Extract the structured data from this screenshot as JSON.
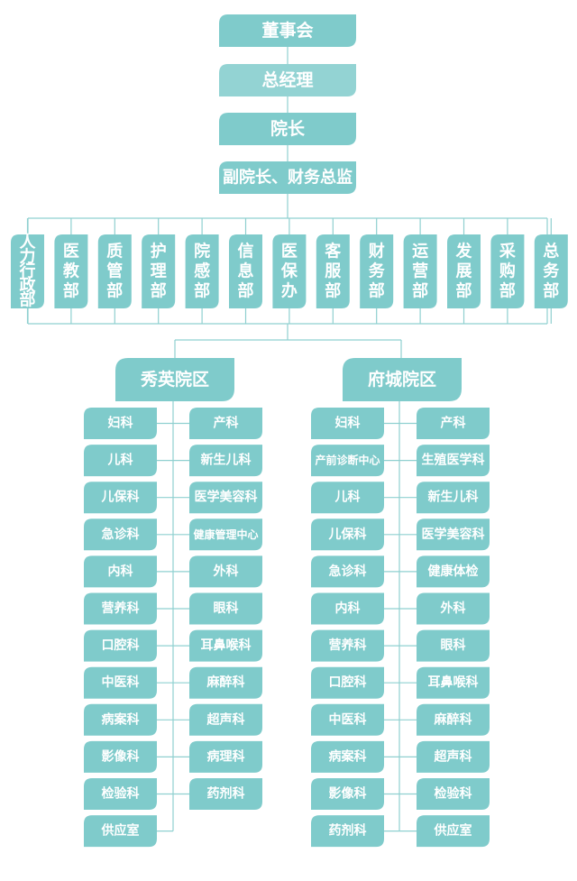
{
  "hierarchy": {
    "board": "董事会",
    "general_manager": "总经理",
    "president": "院长",
    "vice": "副院长、财务总监"
  },
  "departments": [
    "人力行政部",
    "医教部",
    "质管部",
    "护理部",
    "院感部",
    "信息部",
    "医保办",
    "客服部",
    "财务部",
    "运营部",
    "发展部",
    "采购部",
    "总务部"
  ],
  "campuses": [
    {
      "name": "秀英院区",
      "left": [
        "妇科",
        "儿科",
        "儿保科",
        "急诊科",
        "内科",
        "营养科",
        "口腔科",
        "中医科",
        "病案科",
        "影像科",
        "检验科",
        "供应室"
      ],
      "right": [
        "产科",
        "新生儿科",
        "医学美容科",
        "健康管理中心",
        "外科",
        "眼科",
        "耳鼻喉科",
        "麻醉科",
        "超声科",
        "病理科",
        "药剂科"
      ]
    },
    {
      "name": "府城院区",
      "left": [
        "妇科",
        "产前诊断中心",
        "儿科",
        "儿保科",
        "急诊科",
        "内科",
        "营养科",
        "口腔科",
        "中医科",
        "病案科",
        "影像科",
        "药剂科"
      ],
      "right": [
        "产科",
        "生殖医学科",
        "新生儿科",
        "医学美容科",
        "健康体检",
        "外科",
        "眼科",
        "耳鼻喉科",
        "麻醉科",
        "超声科",
        "检验科",
        "供应室"
      ]
    }
  ],
  "colors": {
    "box": "#7fcbcb",
    "box_light": "#93d3d3",
    "connector": "#8fd0d0",
    "text": "#ffffff"
  }
}
